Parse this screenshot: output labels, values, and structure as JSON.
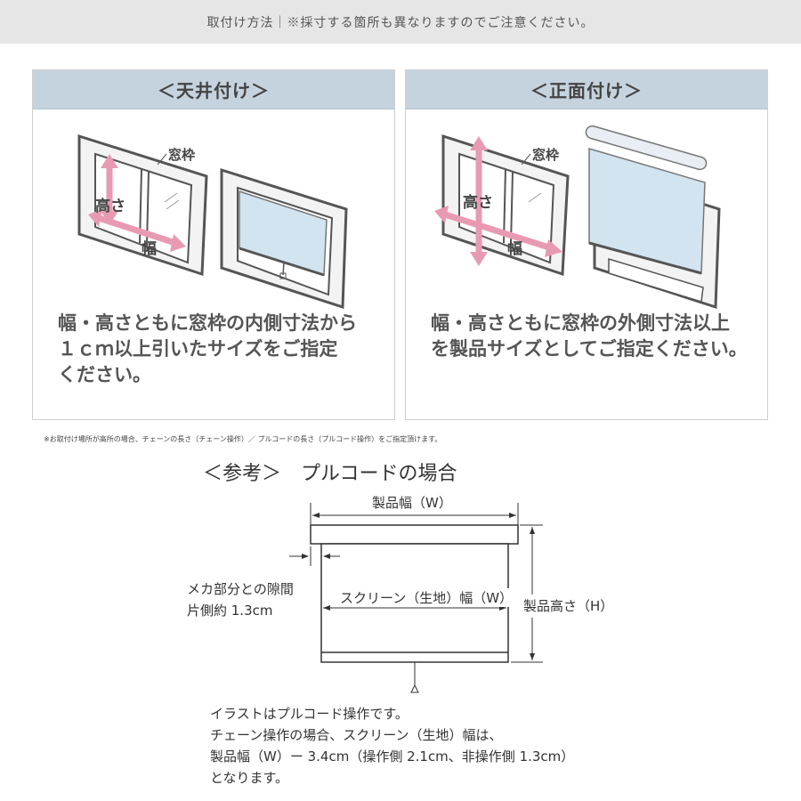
{
  "header": {
    "text": "取付け方法｜※採寸する箇所も異なりますのでご注意ください。"
  },
  "panels": [
    {
      "title": "＜天井付け＞",
      "frame_label": "窓枠",
      "height_label": "高さ",
      "width_label": "幅",
      "description": "幅・高さともに窓枠の内側寸法から\n１ｃｍ以上引いたサイズをご指定\nください。"
    },
    {
      "title": "＜正面付け＞",
      "frame_label": "窓枠",
      "height_label": "高さ",
      "width_label": "幅",
      "description": "幅・高さともに窓枠の外側寸法以上\nを製品サイズとしてご指定ください。"
    }
  ],
  "note": "※お取付け場所が高所の場合、チェーンの長さ（チェーン操作）／ プルコードの長さ（プルコード操作）をご指定頂けます。",
  "reference": {
    "title": "＜参考＞　プルコードの場合",
    "product_width": "製品幅（W）",
    "gap_label_line1": "メカ部分との隙間",
    "gap_label_line2": "片側約 1.3cm",
    "screen_width": "スクリーン（生地）幅（W）",
    "product_height": "製品高さ（H）"
  },
  "bottom_text": "イラストはプルコード操作です。\nチェーン操作の場合、スクリーン（生地）幅は、\n製品幅（W）ー 3.4cm（操作側 2.1cm、非操作側 1.3cm）\nとなります。",
  "colors": {
    "header_bg": "#e6e6e6",
    "panel_head": "#c5d3de",
    "arrow_pink": "#e99ab3",
    "blind_blue": "#d2e4ef"
  }
}
